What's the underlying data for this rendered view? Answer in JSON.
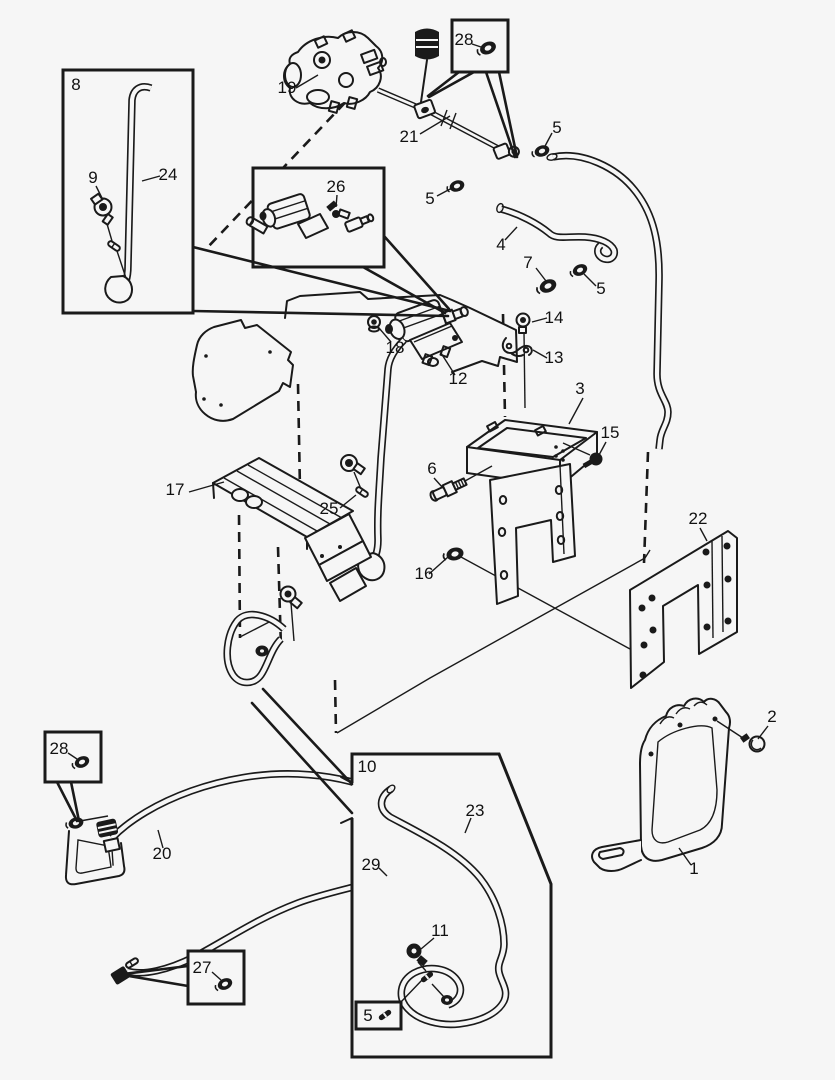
{
  "figure": {
    "kind": "exploded-parts-diagram",
    "colors": {
      "background": "#f6f6f6",
      "line": "#1a1a1a",
      "text": "#111111"
    }
  },
  "callouts": {
    "c1": "1",
    "c2": "2",
    "c3": "3",
    "c4": "4",
    "c5": "5",
    "c6": "6",
    "c7": "7",
    "c8": "8",
    "c9": "9",
    "c10": "10",
    "c11": "11",
    "c12": "12",
    "c13": "13",
    "c14": "14",
    "c15": "15",
    "c16": "16",
    "c17": "17",
    "c18": "18",
    "c19": "19",
    "c20": "20",
    "c21": "21",
    "c22": "22",
    "c23": "23",
    "c24": "24",
    "c25": "25",
    "c26": "26",
    "c27": "27",
    "c28": "28",
    "c29": "29"
  }
}
